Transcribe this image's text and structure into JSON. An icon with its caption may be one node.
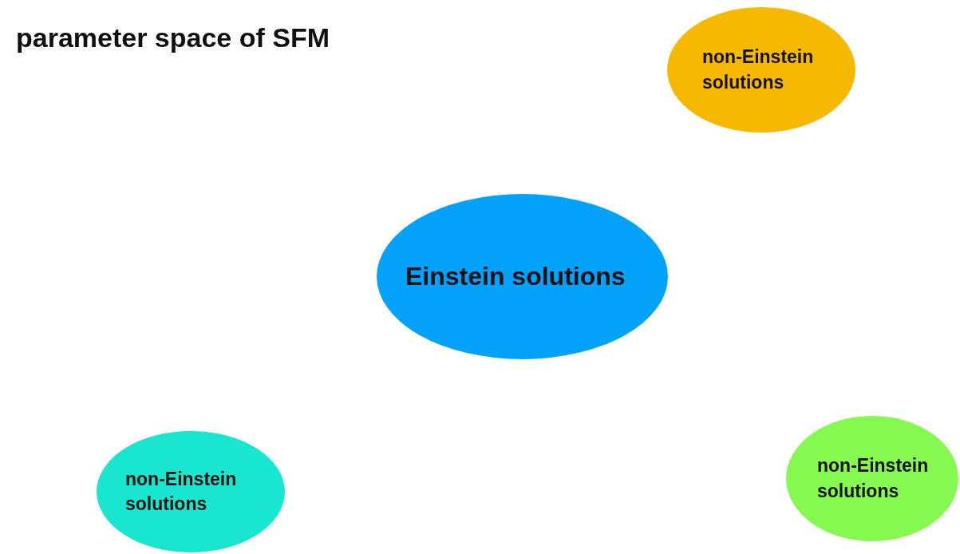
{
  "diagram": {
    "title": "parameter space of SFM",
    "nodes": [
      {
        "text": [
          "non-Einstein solutions"
        ]
      },
      {
        "text": [
          "Einstein solutions"
        ]
      },
      {
        "text": [
          "non-Einstein solutions"
        ]
      },
      {
        "text": [
          "non-Einstein solutions"
        ]
      }
    ]
  }
}
